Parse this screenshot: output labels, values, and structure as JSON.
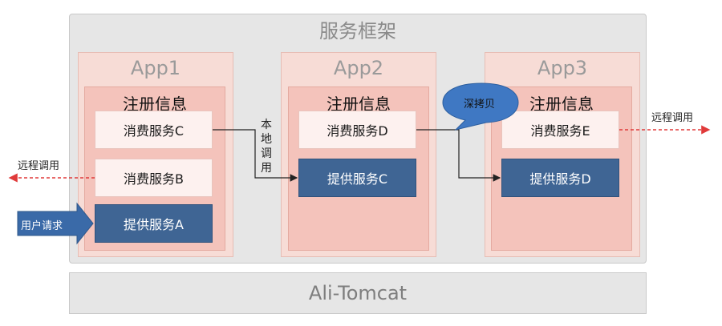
{
  "framework": {
    "title": "服务框架"
  },
  "apps": [
    {
      "title": "App1",
      "registry_title": "注册信息",
      "consumers": [
        "消费服务C",
        "消费服务B"
      ],
      "providers": [
        "提供服务A"
      ]
    },
    {
      "title": "App2",
      "registry_title": "注册信息",
      "consumers": [
        "消费服务D"
      ],
      "providers": [
        "提供服务C"
      ]
    },
    {
      "title": "App3",
      "registry_title": "注册信息",
      "consumers": [
        "消费服务E"
      ],
      "providers": [
        "提供服务D"
      ]
    }
  ],
  "container": {
    "label": "Ali-Tomcat"
  },
  "annotations": {
    "remote_call_left": "远程调用",
    "remote_call_right": "远程调用",
    "local_call_chars": [
      "本",
      "地",
      "调",
      "用"
    ],
    "deep_copy": "深拷贝",
    "user_request": "用户请求"
  },
  "colors": {
    "provider": "#3f6594",
    "registry": "#f4c3bb",
    "app": "#f7dcd6",
    "remote_arrow": "#e03a3a",
    "bubble": "#3f78c3"
  }
}
